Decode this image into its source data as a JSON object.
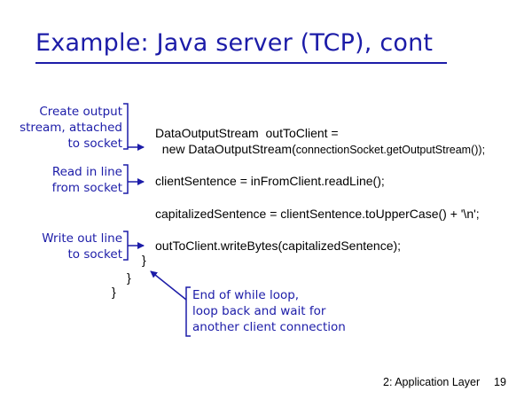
{
  "title": "Example: Java server (TCP), cont",
  "annotations": {
    "create_output": [
      "Create output",
      "stream, attached",
      "to socket"
    ],
    "read_line": [
      "Read in line",
      "from socket"
    ],
    "write_line": [
      "Write out line",
      "to socket"
    ],
    "end_loop": [
      "End of while loop,",
      "loop back and wait for",
      "another client connection"
    ]
  },
  "code": {
    "line1": "DataOutputStream  outToClient =",
    "line2_prefix": "  new DataOutputStream(",
    "line2_arg": "connectionSocket.getOutputStream());",
    "line3": "clientSentence = inFromClient.readLine();",
    "line4": "capitalizedSentence = clientSentence.toUpperCase() + '\\n';",
    "line5": "outToClient.writeBytes(capitalizedSentence);",
    "brace": "}"
  },
  "footer": {
    "section": "2: Application Layer",
    "page": "19"
  },
  "colors": {
    "accent": "#1c1ca8",
    "text": "#000000"
  }
}
